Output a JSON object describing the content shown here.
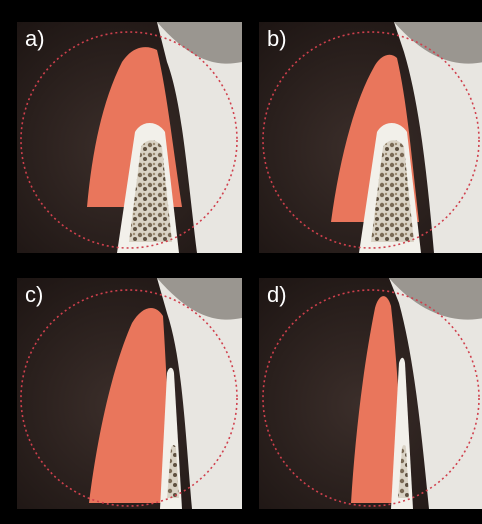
{
  "panels": [
    {
      "id": "a",
      "label": "a)"
    },
    {
      "id": "b",
      "label": "b)"
    },
    {
      "id": "c",
      "label": "c)"
    },
    {
      "id": "d",
      "label": "d)"
    }
  ],
  "colors": {
    "background": "#2a1f1d",
    "gum": "#e9765c",
    "tooth": "#e8e6e1",
    "bone_edge": "#f2f0ea",
    "bone_marrow": "#8a7860",
    "dashed_circle": "#d0404d",
    "label": "#ffffff"
  },
  "icons": {
    "tooth": "tooth-shape",
    "gum": "gingiva-shape",
    "bone": "alveolar-bone-shape",
    "magnifier": "dashed-circle-outline"
  }
}
